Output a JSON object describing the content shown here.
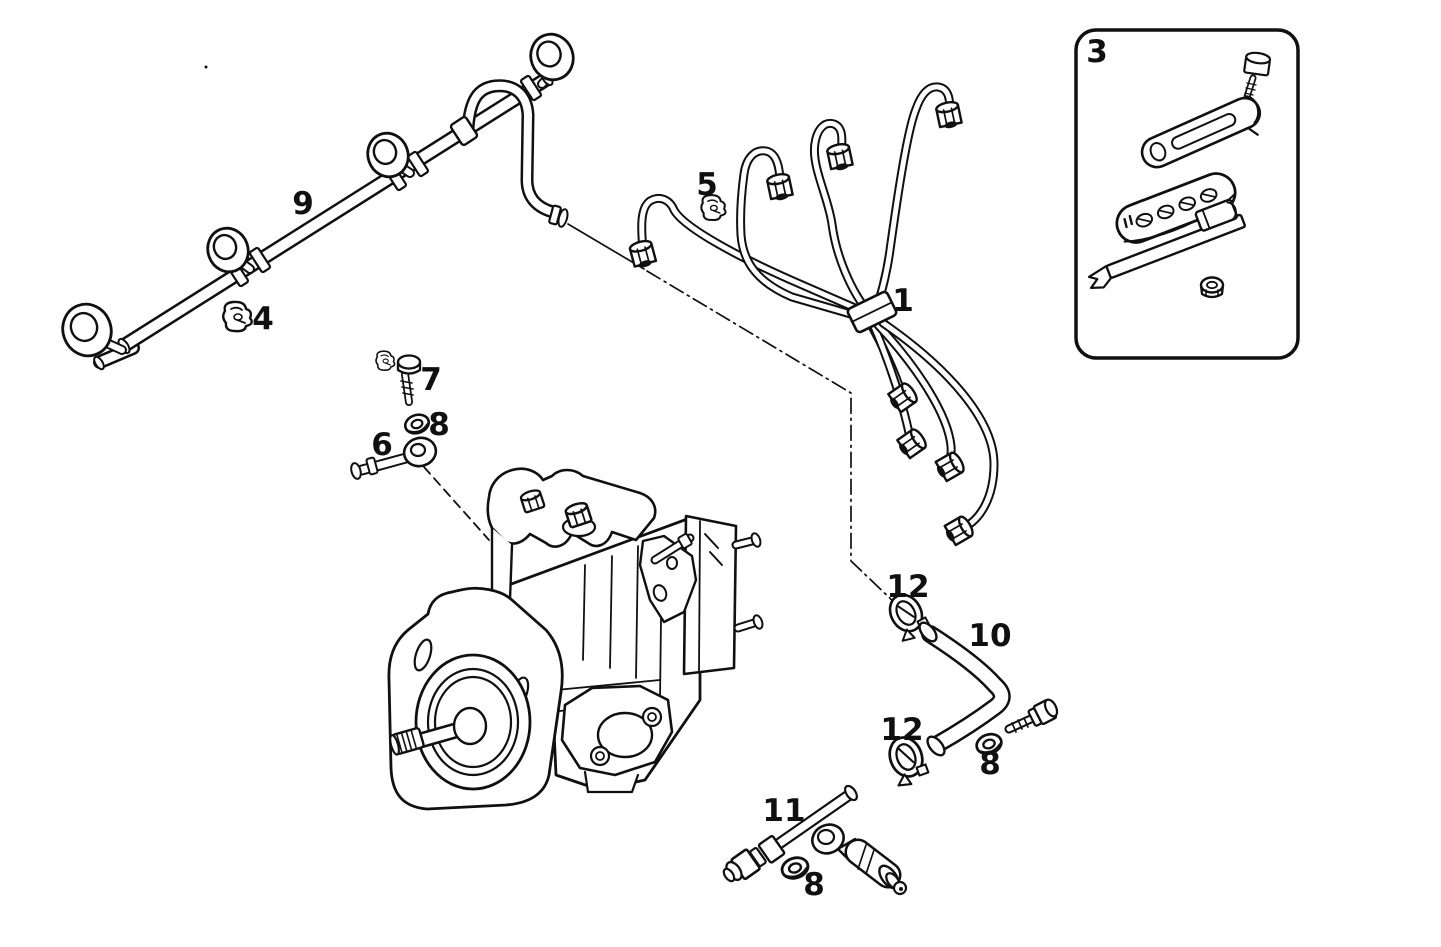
{
  "diagram": {
    "paper_color": "#ffffff",
    "ink_color": "#101010",
    "callouts": [
      {
        "label": "1"
      },
      {
        "label": "3"
      },
      {
        "label": "4"
      },
      {
        "label": "5"
      },
      {
        "label": "6"
      },
      {
        "label": "7"
      },
      {
        "label": "8"
      },
      {
        "label": "9"
      },
      {
        "label": "10"
      },
      {
        "label": "11"
      },
      {
        "label": "12"
      },
      {
        "label": "12"
      },
      {
        "label": "8"
      },
      {
        "label": "8"
      }
    ]
  }
}
